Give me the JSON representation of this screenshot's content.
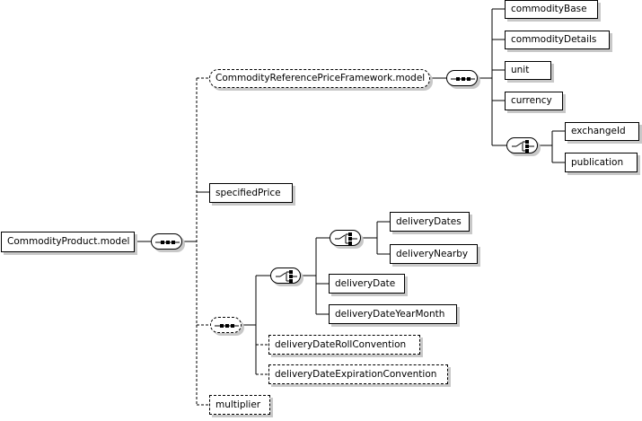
{
  "root": {
    "label": "CommodityProduct.model"
  },
  "framework": {
    "label": "CommodityReferencePriceFramework.model"
  },
  "framework_children": {
    "commodity_base": "commodityBase",
    "commodity_details": "commodityDetails",
    "unit": "unit",
    "currency": "currency",
    "exchange_id": "exchangeId",
    "publication": "publication"
  },
  "specified_price": "specifiedPrice",
  "delivery": {
    "delivery_dates": "deliveryDates",
    "delivery_nearby": "deliveryNearby",
    "delivery_date": "deliveryDate",
    "delivery_date_year_month": "deliveryDateYearMonth",
    "roll_convention": "deliveryDateRollConvention",
    "expiration_convention": "deliveryDateExpirationConvention"
  },
  "multiplier": "multiplier",
  "icons": {
    "sequence": "sequence-compositor-icon",
    "choice": "choice-compositor-icon"
  }
}
